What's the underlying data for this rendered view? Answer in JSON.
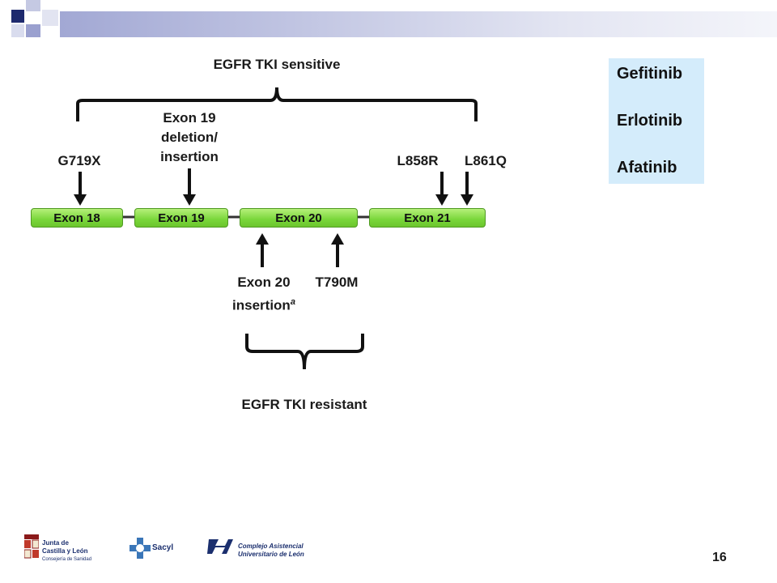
{
  "diagram": {
    "top_label": "EGFR TKI sensitive",
    "bottom_label": "EGFR TKI resistant",
    "exons": [
      "Exon 18",
      "Exon 19",
      "Exon 20",
      "Exon 21"
    ],
    "mutations_above": {
      "g719x": "G719X",
      "exon19_l1": "Exon 19",
      "exon19_l2": "deletion/",
      "exon19_l3": "insertion",
      "l858r": "L858R",
      "l861q": "L861Q"
    },
    "mutations_below": {
      "exon20_l1": "Exon 20",
      "exon20_l2": "insertion",
      "exon20_sup": "a",
      "t790m": "T790M"
    }
  },
  "drugs": [
    "Gefitinib",
    "Erlotinib",
    "Afatinib"
  ],
  "footer": {
    "logo1_l1": "Junta de",
    "logo1_l2": "Castilla y León",
    "logo1_l3": "Consejería de Sanidad",
    "logo2": "Sacyl",
    "logo3_l1": "Complejo Asistencial",
    "logo3_l2": "Universitario de León",
    "page_number": "16"
  },
  "colors": {
    "exon_fill": "#79d63a",
    "drug_box": "#d4ecfb",
    "header_squares": "#1e2a6e"
  }
}
